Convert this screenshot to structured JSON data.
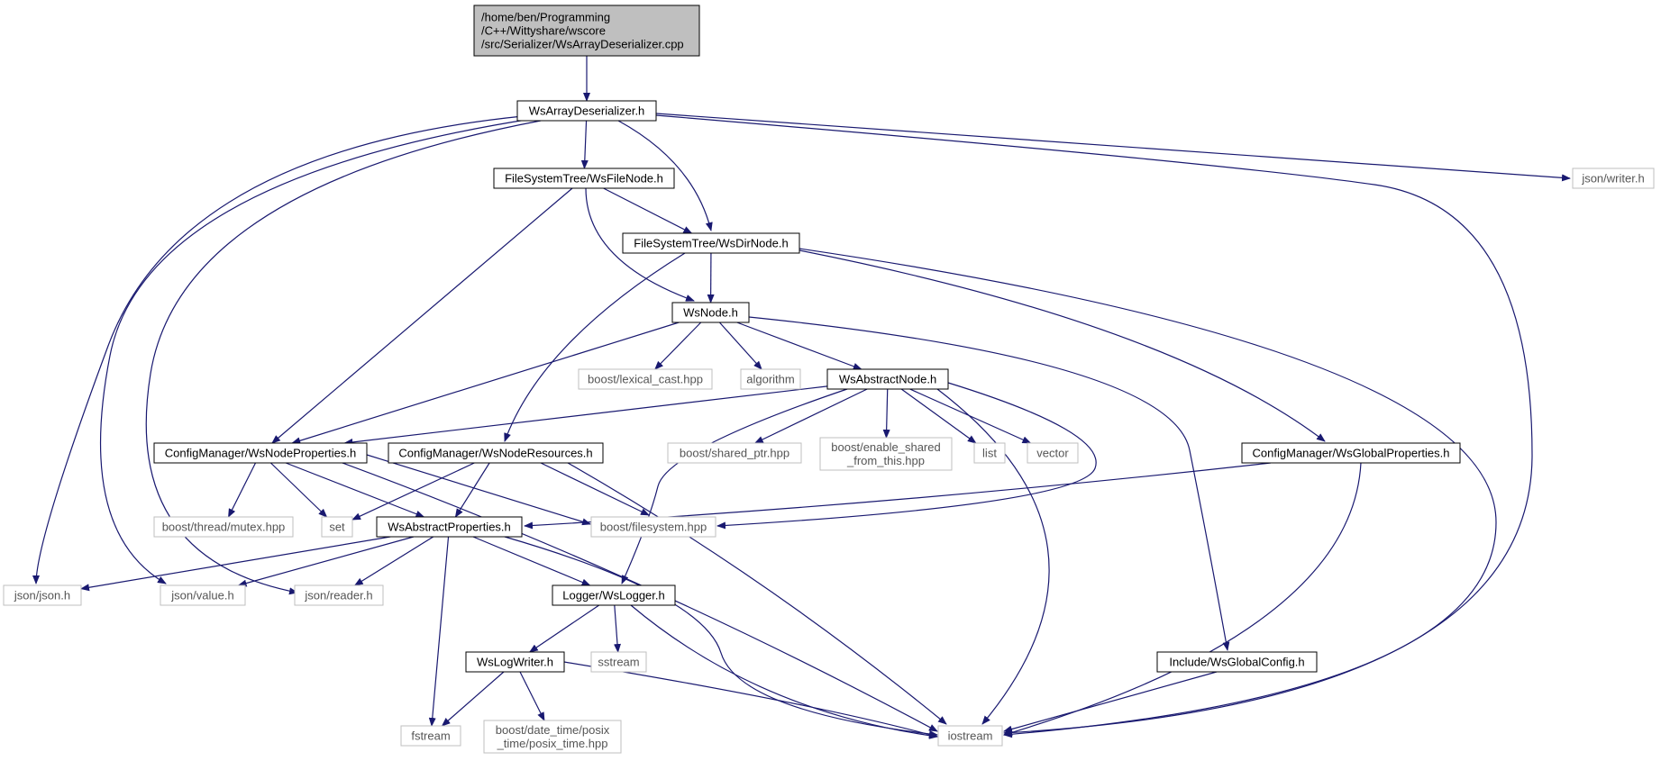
{
  "colors": {
    "edge": "#191970",
    "root_fill": "#bfbfbf",
    "node_border": "#000000",
    "external_border": "#bfbfbf",
    "external_text": "#555555",
    "background": "#ffffff"
  },
  "nodes": [
    {
      "id": "root",
      "kind": "root",
      "lines": [
        "/home/ben/Programming",
        "/C++/Wittyshare/wscore",
        "/src/Serializer/WsArrayDeserializer.cpp"
      ]
    },
    {
      "id": "WsArrayDeserializer",
      "kind": "internal",
      "lines": [
        "WsArrayDeserializer.h"
      ]
    },
    {
      "id": "WsFileNode",
      "kind": "internal",
      "lines": [
        "FileSystemTree/WsFileNode.h"
      ]
    },
    {
      "id": "jsonwriter",
      "kind": "external",
      "lines": [
        "json/writer.h"
      ]
    },
    {
      "id": "WsDirNode",
      "kind": "internal",
      "lines": [
        "FileSystemTree/WsDirNode.h"
      ]
    },
    {
      "id": "WsNode",
      "kind": "internal",
      "lines": [
        "WsNode.h"
      ]
    },
    {
      "id": "lexical_cast",
      "kind": "external",
      "lines": [
        "boost/lexical_cast.hpp"
      ]
    },
    {
      "id": "algorithm",
      "kind": "external",
      "lines": [
        "algorithm"
      ]
    },
    {
      "id": "WsAbstractNode",
      "kind": "internal",
      "lines": [
        "WsAbstractNode.h"
      ]
    },
    {
      "id": "WsNodeProperties",
      "kind": "internal",
      "lines": [
        "ConfigManager/WsNodeProperties.h"
      ]
    },
    {
      "id": "WsNodeResources",
      "kind": "internal",
      "lines": [
        "ConfigManager/WsNodeResources.h"
      ]
    },
    {
      "id": "shared_ptr",
      "kind": "external",
      "lines": [
        "boost/shared_ptr.hpp"
      ]
    },
    {
      "id": "enable_shared",
      "kind": "external",
      "lines": [
        "boost/enable_shared",
        "_from_this.hpp"
      ]
    },
    {
      "id": "list",
      "kind": "external",
      "lines": [
        "list"
      ]
    },
    {
      "id": "vector",
      "kind": "external",
      "lines": [
        "vector"
      ]
    },
    {
      "id": "WsGlobalProperties",
      "kind": "internal",
      "lines": [
        "ConfigManager/WsGlobalProperties.h"
      ]
    },
    {
      "id": "mutex",
      "kind": "external",
      "lines": [
        "boost/thread/mutex.hpp"
      ]
    },
    {
      "id": "set",
      "kind": "external",
      "lines": [
        "set"
      ]
    },
    {
      "id": "WsAbstractProperties",
      "kind": "internal",
      "lines": [
        "WsAbstractProperties.h"
      ]
    },
    {
      "id": "filesystem",
      "kind": "external",
      "lines": [
        "boost/filesystem.hpp"
      ]
    },
    {
      "id": "jsonjson",
      "kind": "external",
      "lines": [
        "json/json.h"
      ]
    },
    {
      "id": "jsonvalue",
      "kind": "external",
      "lines": [
        "json/value.h"
      ]
    },
    {
      "id": "jsonreader",
      "kind": "external",
      "lines": [
        "json/reader.h"
      ]
    },
    {
      "id": "WsLogger",
      "kind": "internal",
      "lines": [
        "Logger/WsLogger.h"
      ]
    },
    {
      "id": "WsLogWriter",
      "kind": "internal",
      "lines": [
        "WsLogWriter.h"
      ]
    },
    {
      "id": "sstream",
      "kind": "external",
      "lines": [
        "sstream"
      ]
    },
    {
      "id": "WsGlobalConfig",
      "kind": "internal",
      "lines": [
        "Include/WsGlobalConfig.h"
      ]
    },
    {
      "id": "fstream",
      "kind": "external",
      "lines": [
        "fstream"
      ]
    },
    {
      "id": "posix_time",
      "kind": "external",
      "lines": [
        "boost/date_time/posix",
        "_time/posix_time.hpp"
      ]
    },
    {
      "id": "iostream",
      "kind": "external",
      "lines": [
        "iostream"
      ]
    }
  ],
  "edges": [
    [
      "root",
      "WsArrayDeserializer"
    ],
    [
      "WsArrayDeserializer",
      "WsFileNode"
    ],
    [
      "WsArrayDeserializer",
      "WsDirNode"
    ],
    [
      "WsArrayDeserializer",
      "jsonwriter"
    ],
    [
      "WsArrayDeserializer",
      "jsonjson"
    ],
    [
      "WsArrayDeserializer",
      "jsonvalue"
    ],
    [
      "WsArrayDeserializer",
      "jsonreader"
    ],
    [
      "WsArrayDeserializer",
      "iostream"
    ],
    [
      "WsFileNode",
      "WsDirNode"
    ],
    [
      "WsFileNode",
      "WsNode"
    ],
    [
      "WsFileNode",
      "WsNodeProperties"
    ],
    [
      "WsDirNode",
      "WsNode"
    ],
    [
      "WsDirNode",
      "WsNodeResources"
    ],
    [
      "WsDirNode",
      "WsGlobalProperties"
    ],
    [
      "WsDirNode",
      "iostream"
    ],
    [
      "WsNode",
      "lexical_cast"
    ],
    [
      "WsNode",
      "algorithm"
    ],
    [
      "WsNode",
      "WsAbstractNode"
    ],
    [
      "WsNode",
      "WsNodeProperties"
    ],
    [
      "WsNode",
      "WsGlobalConfig"
    ],
    [
      "WsAbstractNode",
      "WsNodeProperties"
    ],
    [
      "WsAbstractNode",
      "shared_ptr"
    ],
    [
      "WsAbstractNode",
      "enable_shared"
    ],
    [
      "WsAbstractNode",
      "list"
    ],
    [
      "WsAbstractNode",
      "vector"
    ],
    [
      "WsAbstractNode",
      "filesystem"
    ],
    [
      "WsAbstractNode",
      "WsLogger"
    ],
    [
      "WsAbstractNode",
      "iostream"
    ],
    [
      "WsNodeProperties",
      "mutex"
    ],
    [
      "WsNodeProperties",
      "set"
    ],
    [
      "WsNodeProperties",
      "WsAbstractProperties"
    ],
    [
      "WsNodeProperties",
      "filesystem"
    ],
    [
      "WsNodeProperties",
      "iostream"
    ],
    [
      "WsNodeResources",
      "set"
    ],
    [
      "WsNodeResources",
      "WsAbstractProperties"
    ],
    [
      "WsNodeResources",
      "filesystem"
    ],
    [
      "WsNodeResources",
      "iostream"
    ],
    [
      "WsGlobalProperties",
      "WsAbstractProperties"
    ],
    [
      "WsGlobalProperties",
      "iostream"
    ],
    [
      "WsAbstractProperties",
      "jsonjson"
    ],
    [
      "WsAbstractProperties",
      "jsonvalue"
    ],
    [
      "WsAbstractProperties",
      "jsonreader"
    ],
    [
      "WsAbstractProperties",
      "WsLogger"
    ],
    [
      "WsAbstractProperties",
      "fstream"
    ],
    [
      "WsAbstractProperties",
      "iostream"
    ],
    [
      "WsLogger",
      "WsLogWriter"
    ],
    [
      "WsLogger",
      "sstream"
    ],
    [
      "WsLogger",
      "iostream"
    ],
    [
      "WsLogWriter",
      "fstream"
    ],
    [
      "WsLogWriter",
      "posix_time"
    ],
    [
      "WsLogWriter",
      "iostream"
    ],
    [
      "WsGlobalConfig",
      "iostream"
    ]
  ]
}
